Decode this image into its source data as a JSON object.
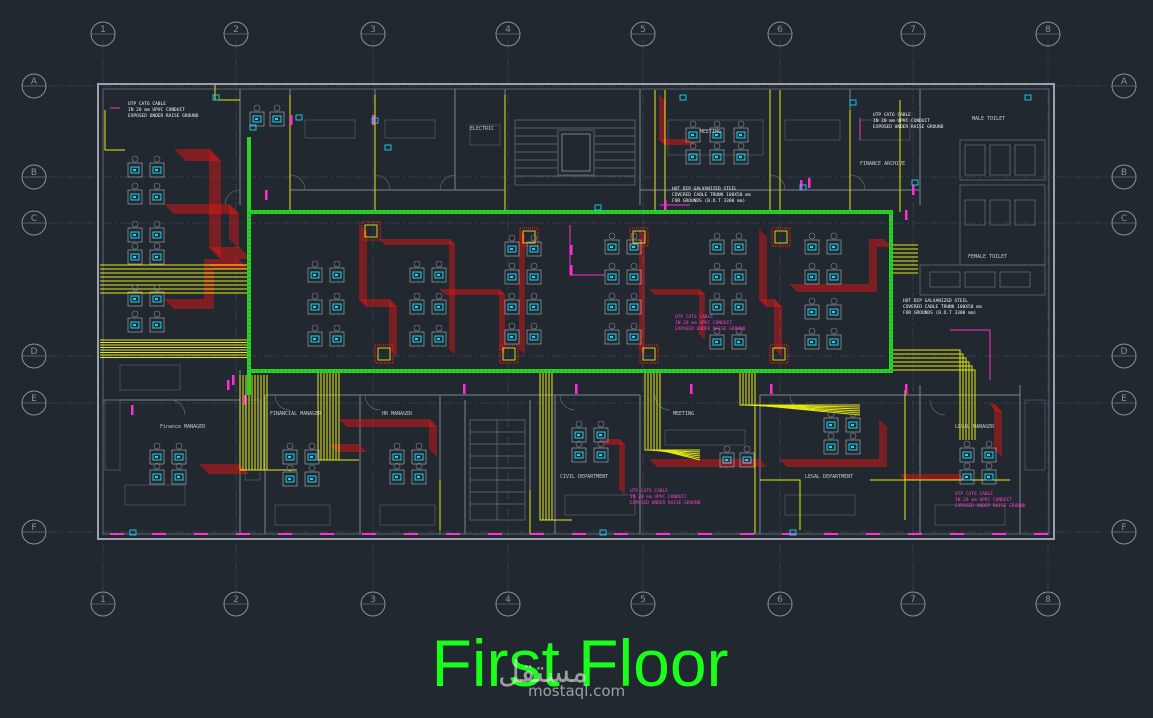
{
  "title": "First Floor",
  "watermark": {
    "arabic": "مستقل",
    "latin": "mostaql.com"
  },
  "grid": {
    "columns": [
      "1",
      "2",
      "3",
      "4",
      "5",
      "6",
      "7",
      "8"
    ],
    "rows": [
      "A",
      "B",
      "C",
      "D",
      "E",
      "F"
    ]
  },
  "rooms": [
    {
      "id": "finance-manager",
      "label": "Finance MANAGER"
    },
    {
      "id": "financial-manager",
      "label": "FINANCIAL MANAGER"
    },
    {
      "id": "hr-manager",
      "label": "HR MANAGER"
    },
    {
      "id": "meeting",
      "label": "MEETING"
    },
    {
      "id": "electrical",
      "label": "ELECTRIC"
    },
    {
      "id": "male-toilet",
      "label": "MALE TOILET"
    },
    {
      "id": "female-toilet",
      "label": "FEMALE TOILET"
    },
    {
      "id": "legal-manager",
      "label": "LEGAL MANAGER"
    },
    {
      "id": "legal-department",
      "label": "LEGAL DEPARTMENT"
    },
    {
      "id": "civil-department",
      "label": "CIVIL DEPARTMENT"
    },
    {
      "id": "finance-archive",
      "label": "FINANCE ARCHIVE"
    },
    {
      "id": "meeting-2",
      "label": "MEETING"
    }
  ],
  "notes": [
    {
      "id": "utp-cable-top-left",
      "lines": [
        "UTP CAT6 CABLE",
        "IN 20 mm UPVC CONDUIT",
        "EXPOSED UNDER RAISE GROUND"
      ]
    },
    {
      "id": "utp-cable-top-right",
      "lines": [
        "UTP CAT6 CABLE",
        "IN 20 mm UPVC CONDUIT",
        "EXPOSED UNDER RAISE GROUND"
      ]
    },
    {
      "id": "tray-top",
      "lines": [
        "HOT DIP GALVANIZED STEEL",
        "COVERED CABLE TRUNK 100X50 mm",
        "FOR GROUNDS (B.O.T 3300 mm)"
      ]
    },
    {
      "id": "tray-right",
      "lines": [
        "HOT DIP GALVANIZED STEEL",
        "COVERED CABLE TRUNK 100X50 mm",
        "FOR GROUNDS (B.O.T 3300 mm)"
      ]
    },
    {
      "id": "utp-cable-center",
      "lines": [
        "UTP CAT6 CABLE",
        "IN 20 mm UPVC CONDUIT",
        "EXPOSED UNDER RAISE GROUND"
      ]
    },
    {
      "id": "utp-cable-bottom",
      "lines": [
        "UTP CAT6 CABLE",
        "IN 20 mm UPVC CONDUIT",
        "EXPOSED UNDER RAISE GROUND"
      ]
    },
    {
      "id": "utp-cable-bottom-right",
      "lines": [
        "UTP CAT6 CABLE",
        "IN 20 mm UPVC CONDUIT",
        "EXPOSED UNDER RAISE GROUND"
      ]
    }
  ],
  "colors": {
    "background": "#212830",
    "grid": "#3a4250",
    "wall": "#8c95a0",
    "tray": "#27d327",
    "conduit": "#e8e812",
    "utp": "#e01515",
    "outlet": "#19d5f5",
    "magenta": "#ff2fd0",
    "title": "#19ff19"
  }
}
